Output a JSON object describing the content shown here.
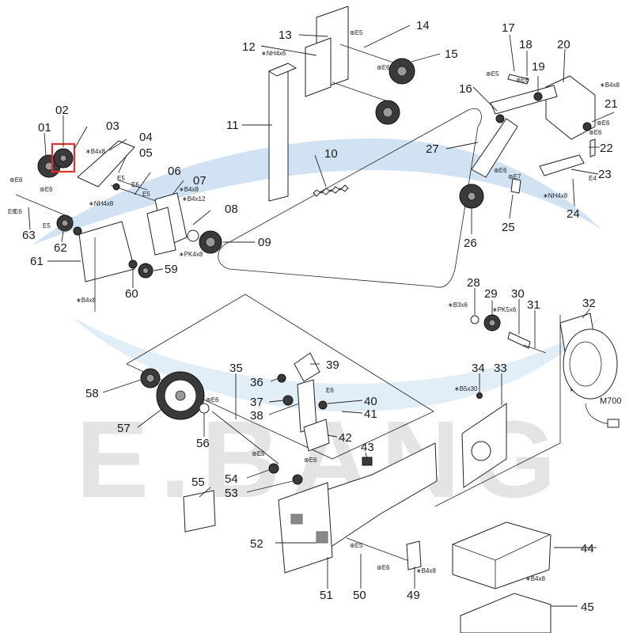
{
  "watermark": "E.BANG",
  "highlight_color": "#e0312b",
  "swoosh_color": "#c9def1",
  "motor_label": "M700",
  "callouts": [
    "01",
    "02",
    "03",
    "04",
    "05",
    "06",
    "07",
    "08",
    "09",
    "10",
    "11",
    "12",
    "13",
    "14",
    "15",
    "16",
    "17",
    "18",
    "19",
    "20",
    "21",
    "22",
    "23",
    "24",
    "25",
    "26",
    "27",
    "28",
    "29",
    "30",
    "31",
    "32",
    "33",
    "34",
    "35",
    "36",
    "37",
    "38",
    "39",
    "40",
    "41",
    "42",
    "43",
    "44",
    "45",
    "49",
    "50",
    "51",
    "52",
    "53",
    "54",
    "55",
    "56",
    "57",
    "58",
    "59",
    "60",
    "61",
    "62",
    "63"
  ],
  "screw_labels": {
    "nh4x6": "∗NH4x6",
    "b4x8_a": "∗B4x8",
    "b4x8_b": "∗B4x8",
    "b4x8_c": "∗B4x8",
    "b4x8_d": "∗B4x8",
    "b4x8_e": "∗B4x8",
    "b4x8_f": "∗B4x8",
    "nh4x8_a": "∗NH4x8",
    "nh4x8_b": "∗NH4x8",
    "b4x12": "∗B4x12",
    "pk4x8": "∗PK4x8",
    "b3x6": "∗B3x6",
    "pk5x6": "∗PK5x6",
    "b5x30": "∗B5x30"
  },
  "clip_labels": {
    "e5_a": "⊛E5",
    "e6_a": "⊛E6",
    "e6_b": "⊛E6",
    "e6_c": "⊛E6",
    "e6_d": "E6",
    "e5_b": "E5",
    "e6_e": "E6",
    "e5_c": "E5",
    "e6_f": "E6",
    "e5_d": "E5",
    "e5_e": "⊛E5",
    "e6_g": "⊛E6",
    "e7": "⊛E7",
    "e6_h": "⊛E6",
    "e5_f": "⊛E6",
    "e4": "E4",
    "e6_i": "⊛E6",
    "e6_j": "E6",
    "e5_g": "⊛E5",
    "e6_k": "⊛E6",
    "e5_h": "⊛E5",
    "e6_l": "⊛E6",
    "e6_m": "⊛E6"
  }
}
